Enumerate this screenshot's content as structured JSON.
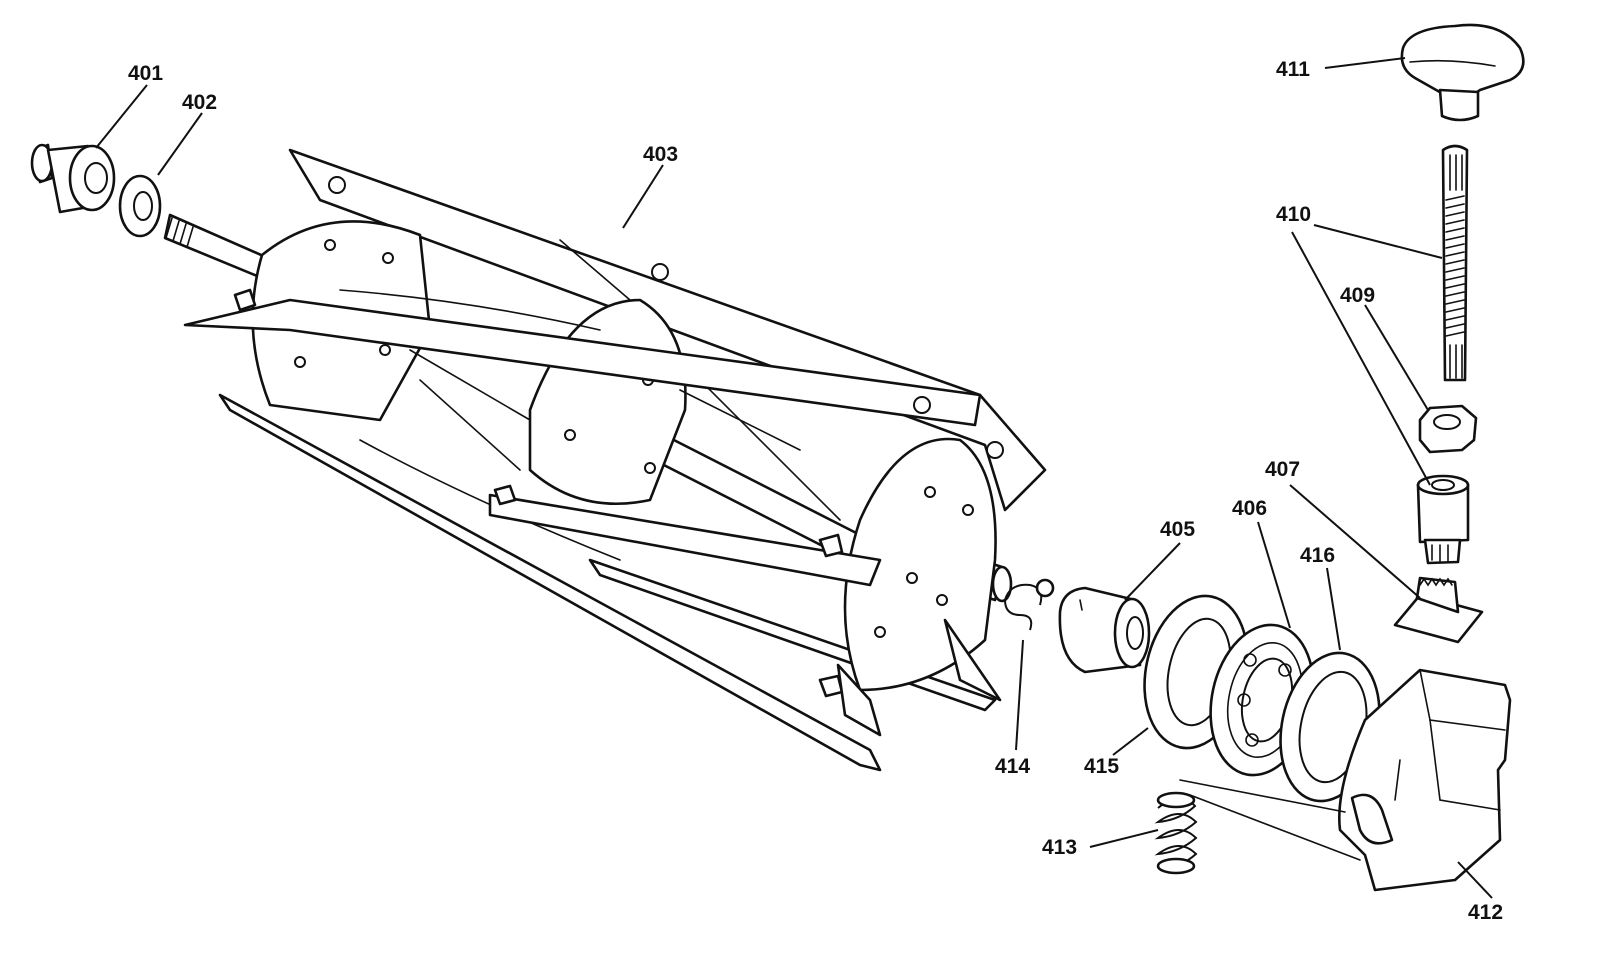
{
  "labels": {
    "p401": "401",
    "p402": "402",
    "p403": "403",
    "p405": "405",
    "p406": "406",
    "p407": "407",
    "p409": "409",
    "p410": "410",
    "p411": "411",
    "p412": "412",
    "p413": "413",
    "p414": "414",
    "p415": "415",
    "p416": "416"
  }
}
